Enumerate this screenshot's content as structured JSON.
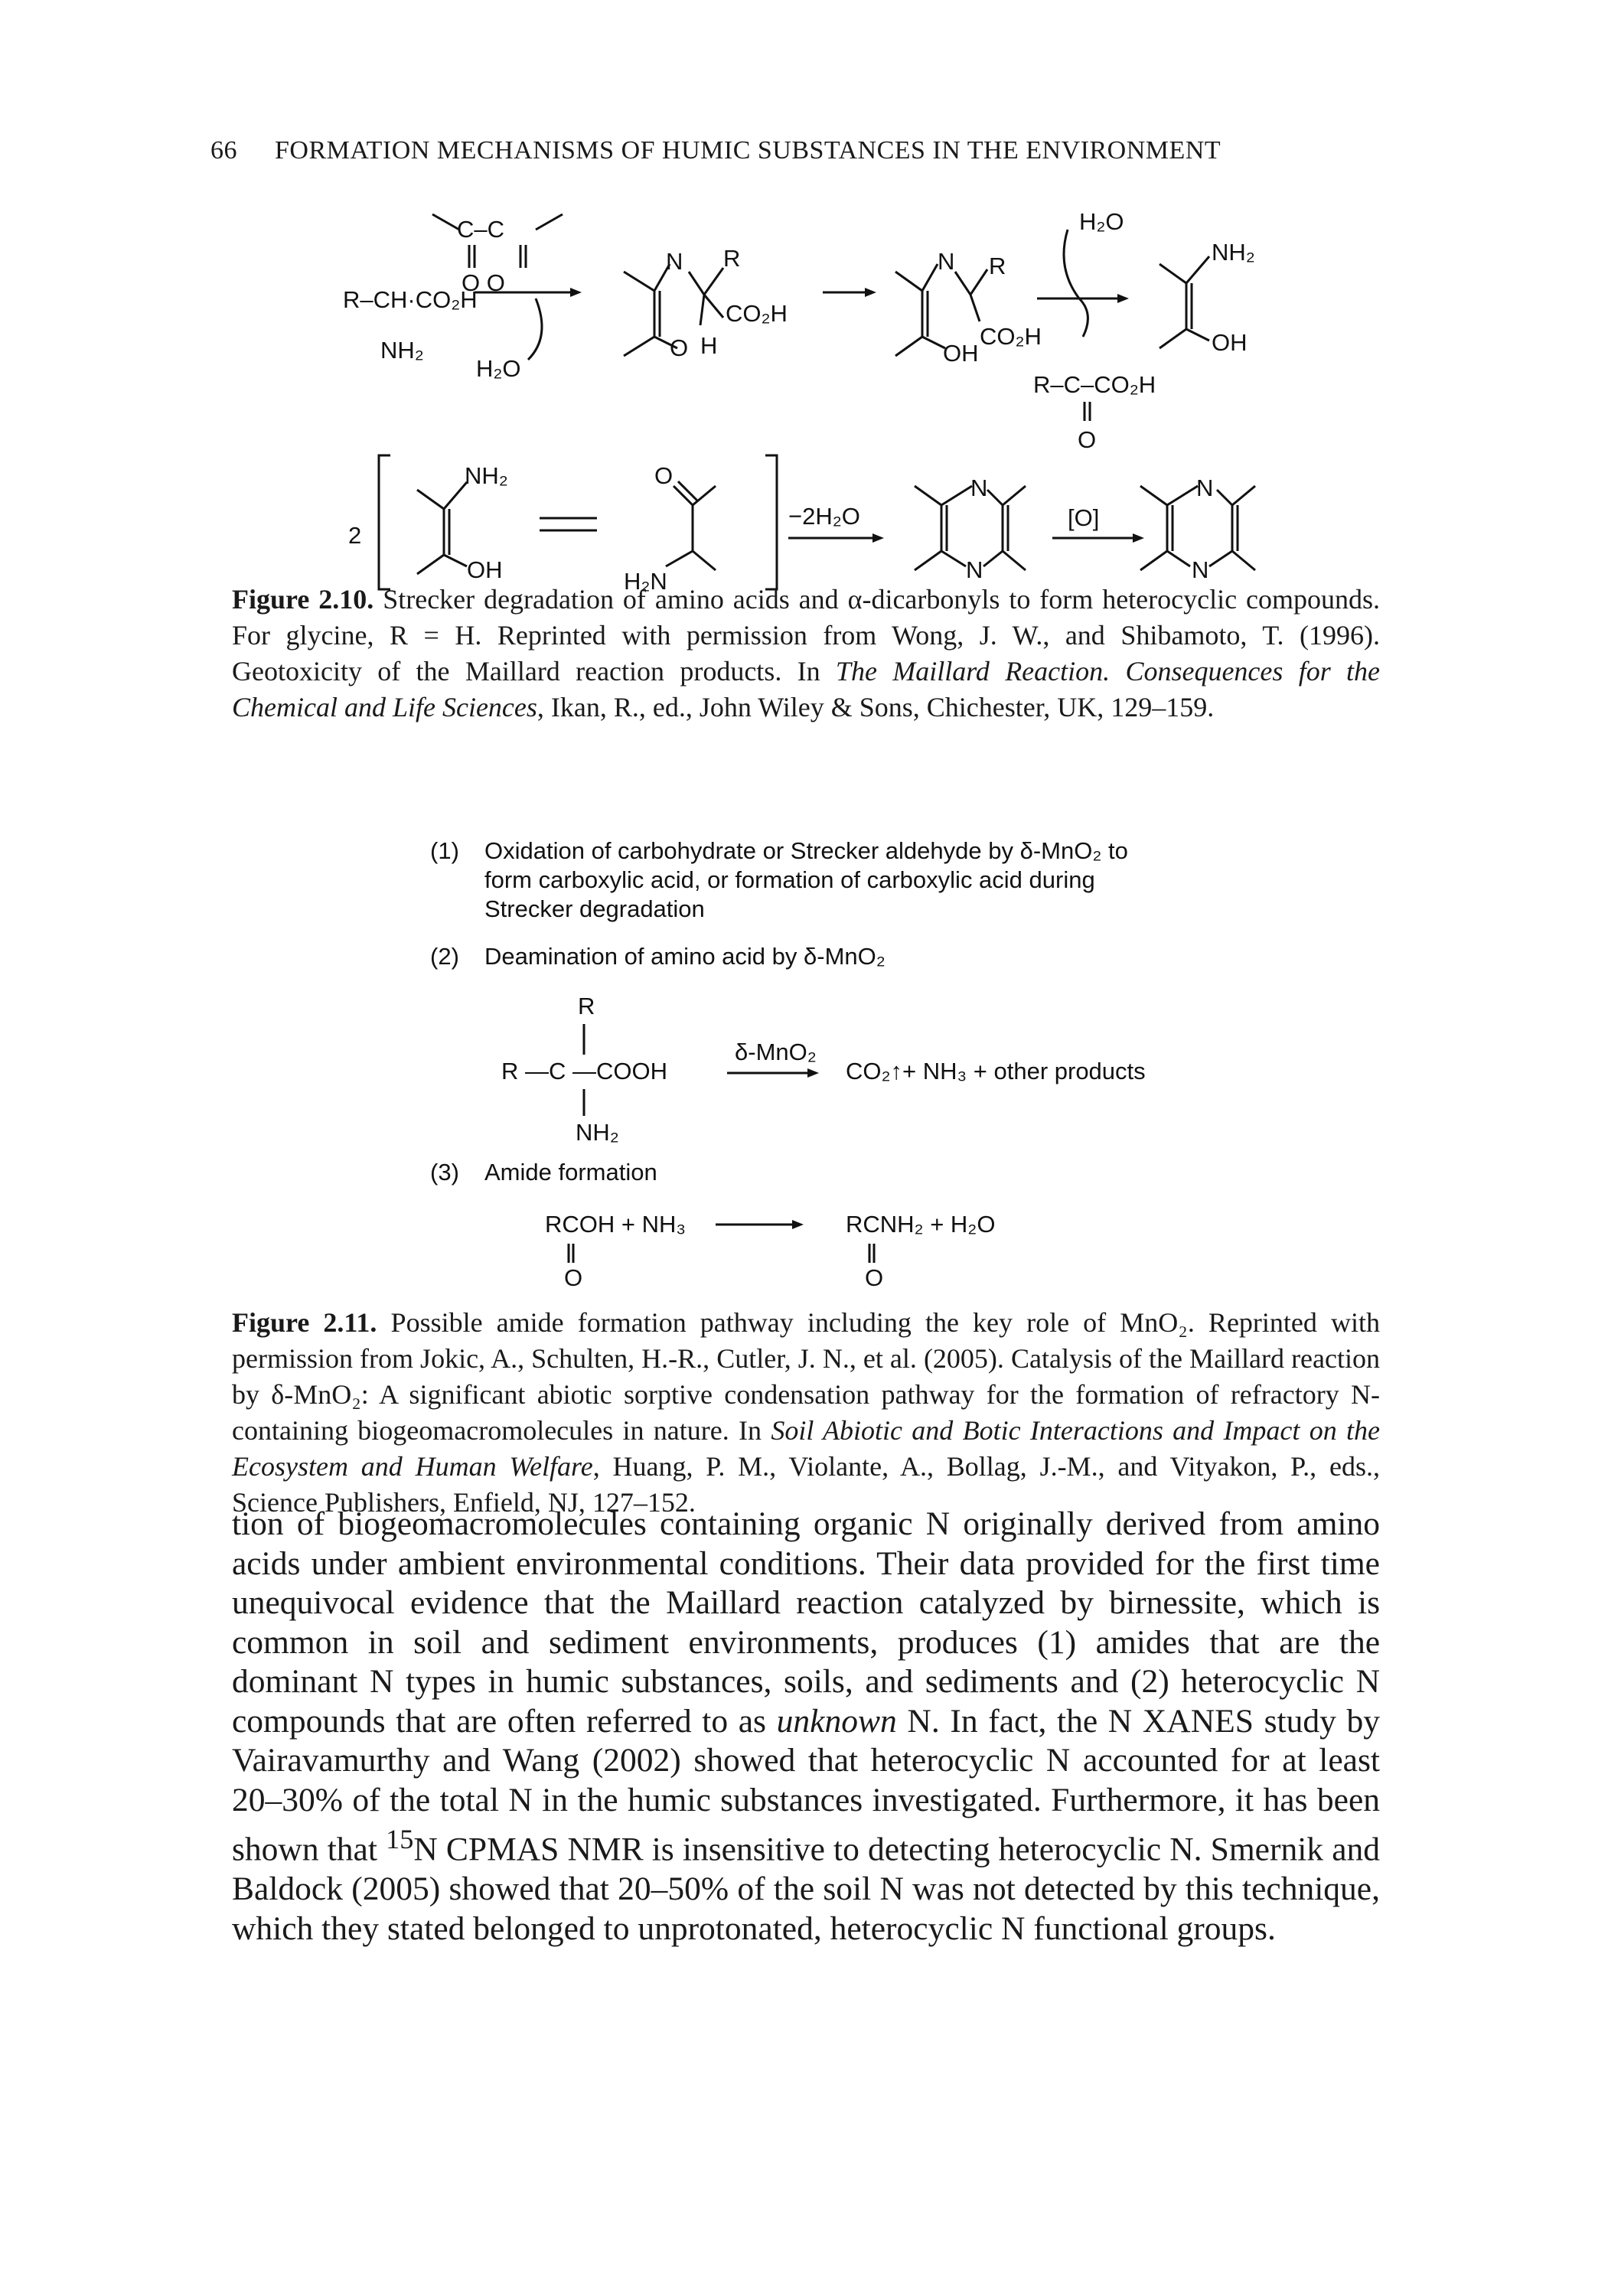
{
  "header": {
    "page_number": "66",
    "running_title": "FORMATION MECHANISMS OF HUMIC SUBSTANCES IN THE ENVIRONMENT"
  },
  "figure_2_10": {
    "scheme_labels": {
      "amino_acid_1": "R–CH·CO₂H",
      "amino_acid_2": "NH₂",
      "water_1": "H₂O",
      "water_2": "H₂O",
      "r_1": "R",
      "co2h_1": "CO₂H",
      "n_1": "N",
      "o_1": "O",
      "h_1": "H",
      "r_2": "R",
      "n_2": "N",
      "oh_1": "OH",
      "co2h_2": "CO₂H",
      "nh2_1": "NH₂",
      "oh_2": "OH",
      "keto_acid": "R–C–CO₂H",
      "o_2": "O",
      "dicarbonyl_c": "C–C",
      "dicarbonyl_o": "O  O",
      "coefficient": "2",
      "nh2_2": "NH₂",
      "oh_3": "OH",
      "o_3": "O",
      "h2n": "H₂N",
      "minus_water": "−2H₂O",
      "n_3": "N",
      "n_4": "N",
      "oxidation": "[O]",
      "n_5": "N",
      "n_6": "N"
    },
    "caption_label": "Figure 2.10.",
    "caption_text_1": "Strecker degradation of amino acids and α-dicarbonyls to form heterocyclic compounds. For glycine, R = H. Reprinted with permission from Wong, J. W., and Shibamoto, T. (1996). Geotoxicity of the Maillard reaction products. In ",
    "caption_italic": "The Maillard Reaction. Consequences for the Chemical and Life Sciences",
    "caption_text_2": ", Ikan, R., ed., John Wiley & Sons, Chichester, UK, 129–159."
  },
  "figure_2_11": {
    "steps": [
      {
        "number": "(1)",
        "line1": "Oxidation of carbohydrate or Strecker aldehyde by δ-MnO₂ to",
        "line2": "form carboxylic acid, or formation of carboxylic acid during",
        "line3": "Strecker degradation"
      },
      {
        "number": "(2)",
        "line1": "Deamination of amino acid by δ-MnO₂"
      },
      {
        "number": "(3)",
        "line1": "Amide formation"
      }
    ],
    "deamination": {
      "r_top": "R",
      "center": "R —C —COOH",
      "nh2": "NH₂",
      "reagent": "δ-MnO₂",
      "products": "CO₂↑+ NH₃ + other products"
    },
    "amide": {
      "reactants": "RCOH + NH₃",
      "reactant_o": "O",
      "products": "RCNH₂ + H₂O",
      "product_o": "O"
    },
    "caption_label": "Figure 2.11.",
    "caption_text_1": "Possible amide formation pathway including the key role of MnO₂. Reprinted with permission from Jokic, A., Schulten, H.-R., Cutler, J. N., et al. (2005). Catalysis of the Maillard reaction by δ-MnO₂: A significant abiotic sorptive condensation pathway for the formation of refractory N-containing biogeomacromolecules in nature. In ",
    "caption_italic_1": "Soil Abiotic and Botic Interactions and Impact on the Ecosystem and Human Welfare",
    "caption_text_2": ", Huang, P. M., Violante, A., Bollag, J.-M., and Vityakon, P., eds., Science Publishers, Enfield, NJ, 127–152."
  },
  "body": {
    "text_1": "tion of biogeomacromolecules containing organic N originally derived from amino acids under ambient environmental conditions. Their data provided for the first time unequivocal evidence that the Maillard reaction catalyzed by birnessite, which is common in soil and sediment environments, produces (1) amides that are the dominant N types in humic substances, soils, and sediments and (2) heterocyclic N compounds that are often referred to as ",
    "italic_1": "unknown",
    "text_2": " N. In fact, the N XANES study by Vairavamurthy and Wang (2002) showed that heterocyclic N accounted for at least 20–30% of the total N in the humic substances investigated. Furthermore, it has been shown that ",
    "superscript": "15",
    "text_3": "N CPMAS NMR is insensitive to detecting heterocyclic N. Smernik and Baldock (2005) showed that 20–50% of the soil N was not detected by this technique, which they stated belonged to unprotonated, heterocyclic N functional groups."
  }
}
